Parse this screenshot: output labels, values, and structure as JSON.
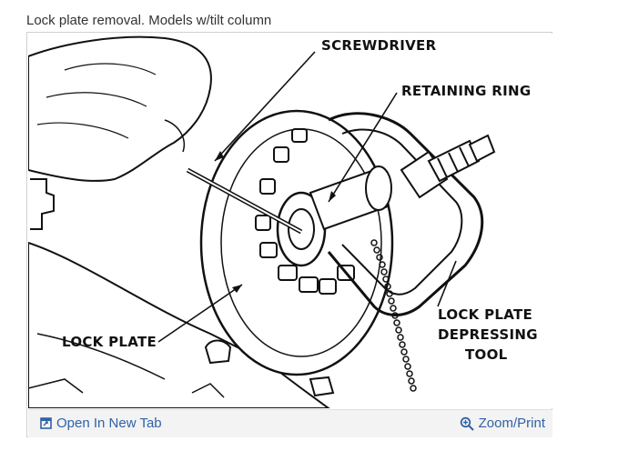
{
  "caption": "Lock plate removal. Models w/tilt column",
  "figure": {
    "labels": {
      "screwdriver": "SCREWDRIVER",
      "retaining_ring": "RETAINING RING",
      "lock_plate": "LOCK PLATE",
      "tool_line1": "LOCK PLATE",
      "tool_line2": "DEPRESSING",
      "tool_line3": "TOOL"
    }
  },
  "toolbar": {
    "open_new_tab": "Open In New Tab",
    "zoom_print": "Zoom/Print",
    "open_icon": "open-in-new-tab-icon",
    "zoom_icon": "zoom-icon",
    "link_color": "#2f62a8"
  }
}
